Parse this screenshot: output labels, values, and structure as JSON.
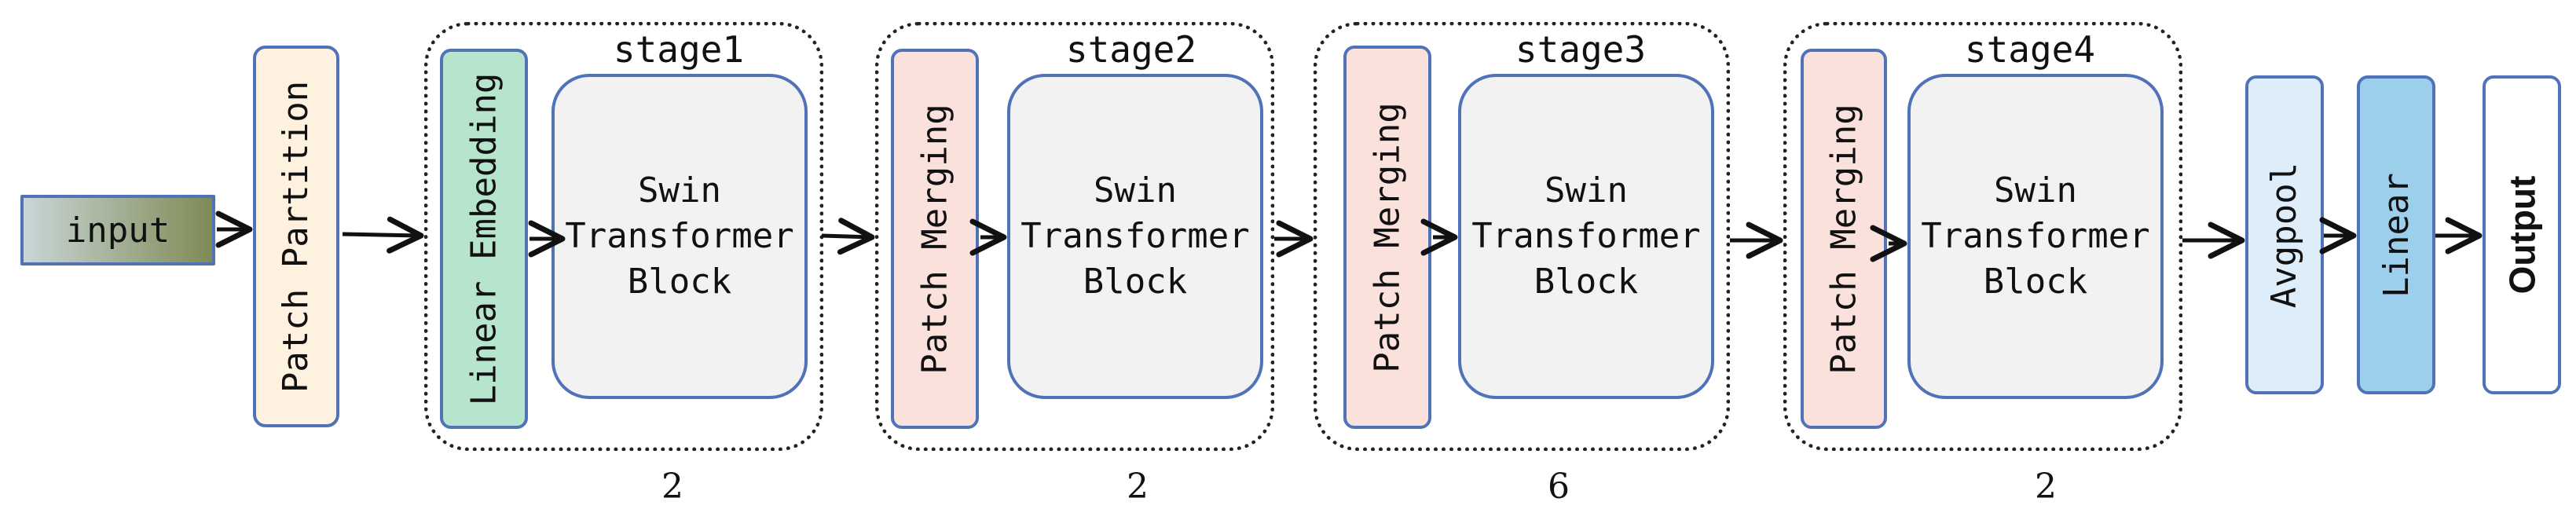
{
  "input": {
    "label": "input"
  },
  "patch_partition": {
    "label": "Patch Partition"
  },
  "stages": [
    {
      "title": "stage1",
      "first_layer": "Linear Embedding",
      "block_lines": [
        "Swin",
        "Transformer",
        "Block"
      ],
      "repeat": "2"
    },
    {
      "title": "stage2",
      "first_layer": "Patch Merging",
      "block_lines": [
        "Swin",
        "Transformer",
        "Block"
      ],
      "repeat": "2"
    },
    {
      "title": "stage3",
      "first_layer": "Patch Merging",
      "block_lines": [
        "Swin",
        "Transformer",
        "Block"
      ],
      "repeat": "6"
    },
    {
      "title": "stage4",
      "first_layer": "Patch Merging",
      "block_lines": [
        "Swin",
        "Transformer",
        "Block"
      ],
      "repeat": "2"
    }
  ],
  "avgpool": {
    "label": "Avgpool"
  },
  "linear": {
    "label": "Linear"
  },
  "output": {
    "label": "Output"
  },
  "colors": {
    "border": "#4f72b8",
    "input_gradient_start": "#c9d6d6",
    "input_gradient_end": "#7f8a55",
    "patch_partition": "#fff1df",
    "linear_embedding": "#b7e4cc",
    "patch_merging": "#fbe1dc",
    "block": "#f2f2f2",
    "avgpool": "#ddeefa",
    "linear": "#9ccfec",
    "output": "#ffffff"
  }
}
